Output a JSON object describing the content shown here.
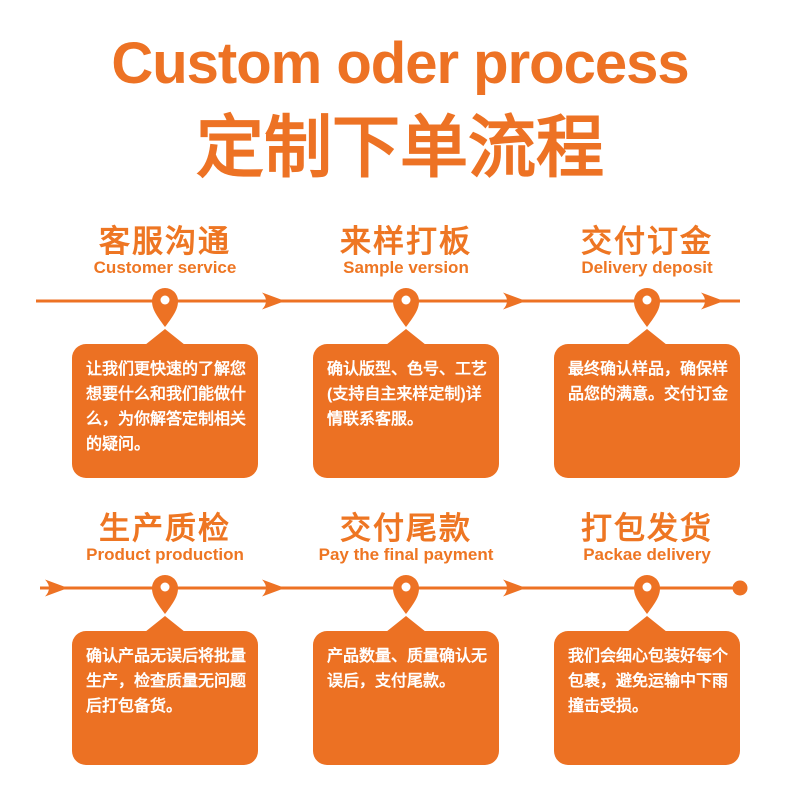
{
  "title": {
    "en": "Custom oder process",
    "zh": "定制下单流程"
  },
  "colors": {
    "accent_orange": "#ED7224",
    "box_orange": "#EC7123",
    "text_on_box": "#FFFFFF",
    "background": "#FFFFFF"
  },
  "steps": [
    {
      "title": "客服沟通",
      "subtitle": "Customer service",
      "desc": "让我们更快速的了解您想要什么和我们能做什么，为你解答定制相关的疑问。"
    },
    {
      "title": "来样打板",
      "subtitle": "Sample version",
      "desc": "确认版型、色号、工艺(支持自主来样定制)详情联系客服。"
    },
    {
      "title": "交付订金",
      "subtitle": "Delivery deposit",
      "desc": "最终确认样品，确保样品您的满意。交付订金"
    },
    {
      "title": "生产质检",
      "subtitle": "Product production",
      "desc": "确认产品无误后将批量生产，检查质量无问题后打包备货。"
    },
    {
      "title": "交付尾款",
      "subtitle": "Pay the final payment",
      "desc": "产品数量、质量确认无误后，支付尾款。"
    },
    {
      "title": "打包发货",
      "subtitle": "Packae delivery",
      "desc": "我们会细心包装好每个包裹，避免运输中下雨撞击受损。"
    }
  ]
}
